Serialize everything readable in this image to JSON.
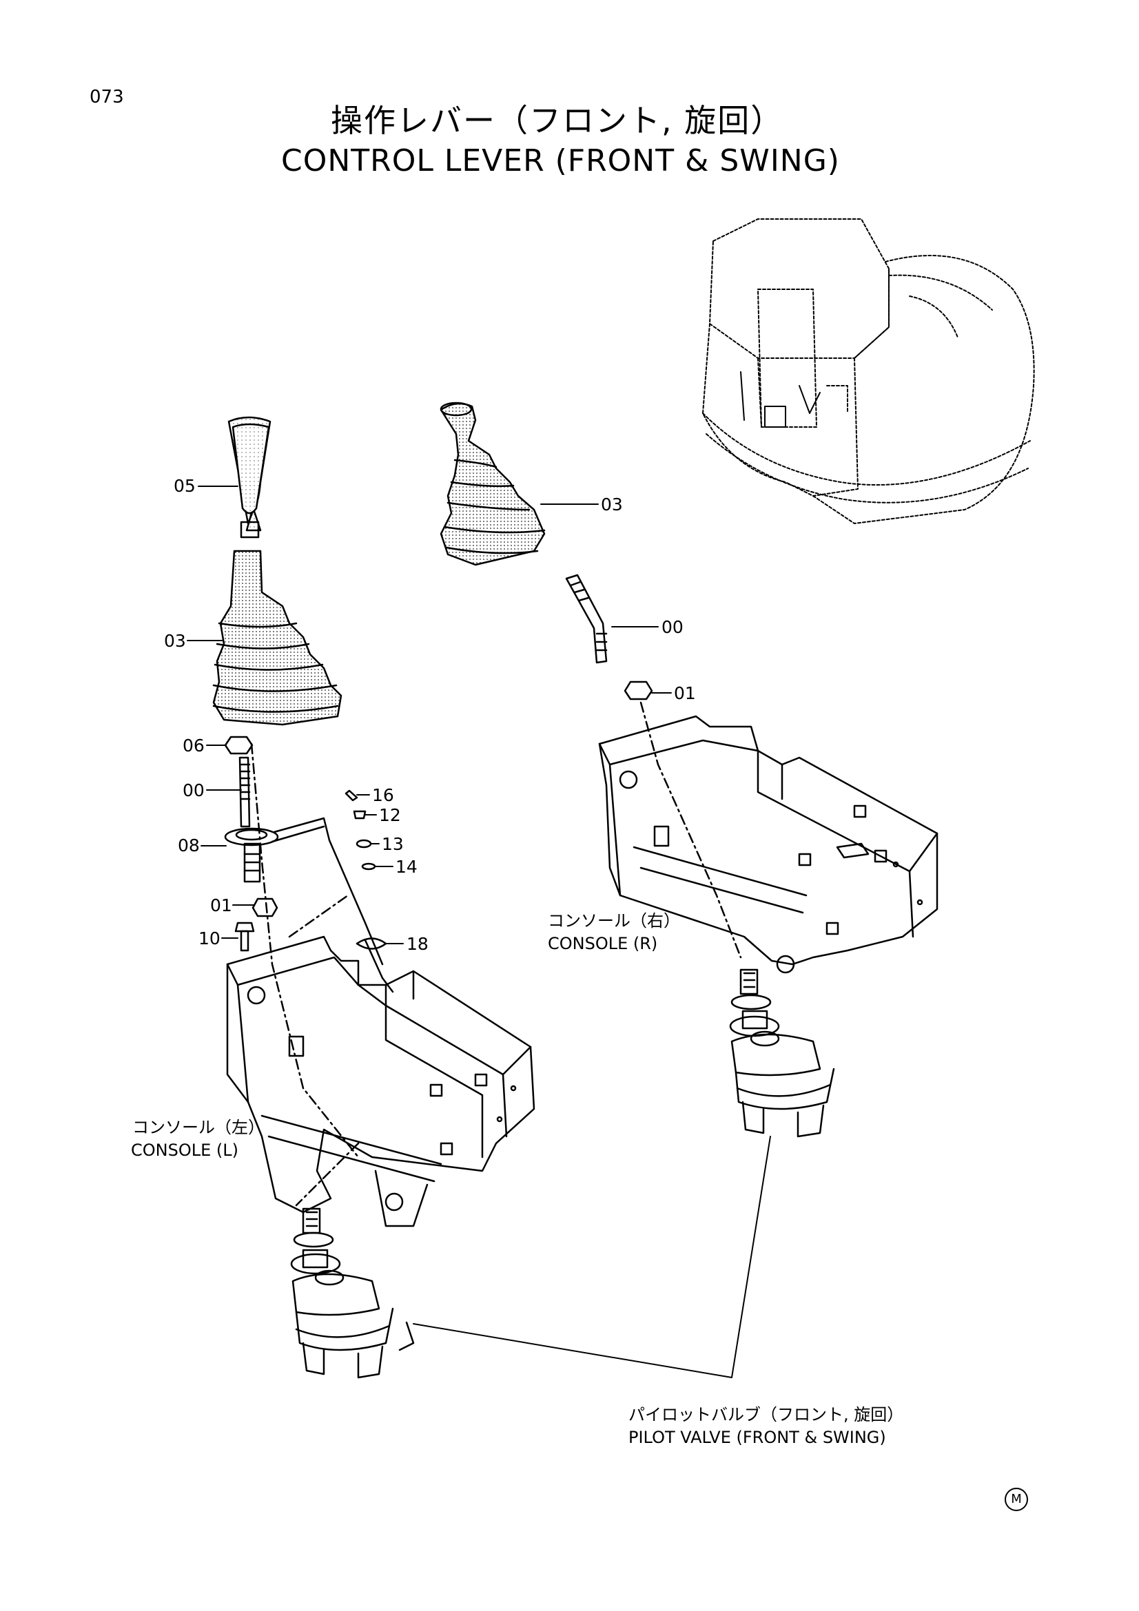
{
  "page_number": "073",
  "title": {
    "japanese": "操作レバー（フロント, 旋回）",
    "english": "CONTROL LEVER (FRONT & SWING)"
  },
  "part_callouts": {
    "left": [
      "05",
      "03",
      "06",
      "00",
      "08",
      "01",
      "10",
      "16",
      "12",
      "13",
      "14",
      "18"
    ],
    "right": [
      "03",
      "00",
      "01"
    ]
  },
  "assemblies": {
    "console_left": {
      "japanese": "コンソール（左）",
      "english": "CONSOLE (L)"
    },
    "console_right": {
      "japanese": "コンソール（右）",
      "english": "CONSOLE (R)"
    },
    "pilot_valve": {
      "japanese": "パイロットバルブ（フロント, 旋回）",
      "english": "PILOT VALVE (FRONT & SWING)"
    }
  },
  "manufacturer_mark": "M"
}
